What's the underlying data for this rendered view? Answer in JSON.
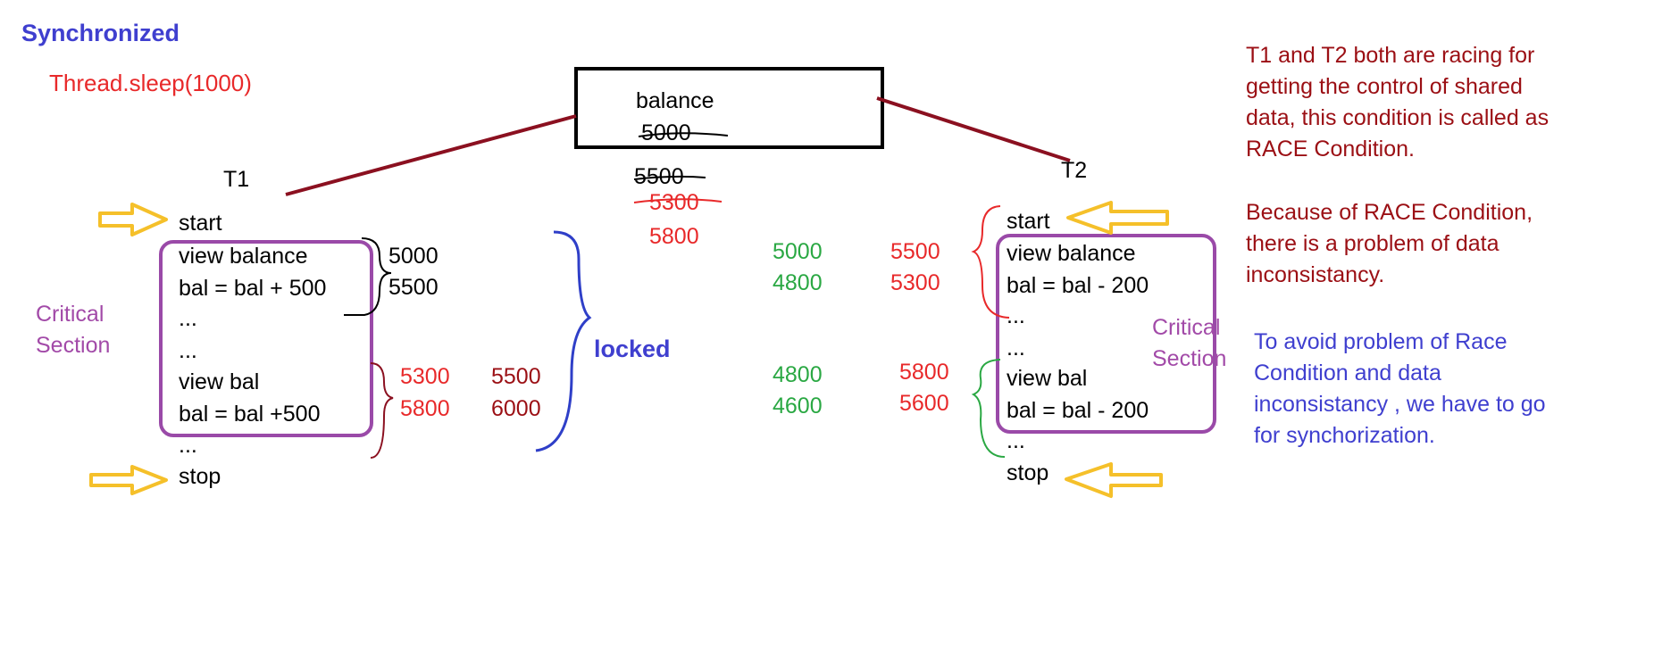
{
  "header": {
    "title": "Synchronized",
    "sleep_call": "Thread.sleep(1000)"
  },
  "shared": {
    "label": "balance",
    "initial": "5000",
    "history": [
      "5500",
      "5300",
      "5800"
    ]
  },
  "t1": {
    "name": "T1",
    "start": "start",
    "lines": [
      "view balance",
      "bal = bal + 500",
      "...",
      "...",
      "view bal",
      "bal = bal  +500",
      "..."
    ],
    "stop": "stop",
    "critical_label": [
      "Critical",
      "Section"
    ],
    "values_first": [
      "5000",
      "5500"
    ],
    "values_second_a": [
      "5300",
      "5800"
    ],
    "values_second_b": [
      "5500",
      "6000"
    ],
    "locked": "locked"
  },
  "t2": {
    "name": "T2",
    "start": "start",
    "lines": [
      "view balance",
      "bal = bal - 200",
      "...",
      "...",
      "view bal",
      "bal = bal  - 200",
      "..."
    ],
    "stop": "stop",
    "critical_label": [
      "Critical",
      "Section"
    ],
    "values_green": [
      "5000",
      "4800",
      "4800",
      "4600"
    ],
    "values_red": [
      "5500",
      "5300",
      "5800",
      "5600"
    ]
  },
  "notes": {
    "race": [
      "T1 and T2 both are racing for",
      "getting the control of shared",
      "data, this condition is called as",
      "RACE Condition."
    ],
    "inconsistency": [
      "Because of RACE Condition,",
      "there is a problem of data",
      "inconsistancy."
    ],
    "solution": [
      "To avoid problem of Race",
      "Condition and data",
      "inconsistancy , we have to go",
      "for synchorization."
    ]
  },
  "colors": {
    "title_blue": "#3f3fcf",
    "red": "#e8292a",
    "dark_red": "#9b0f14",
    "green": "#2aa843",
    "purple": "#a24aa8",
    "arrow_yellow": "#f5c02a"
  }
}
